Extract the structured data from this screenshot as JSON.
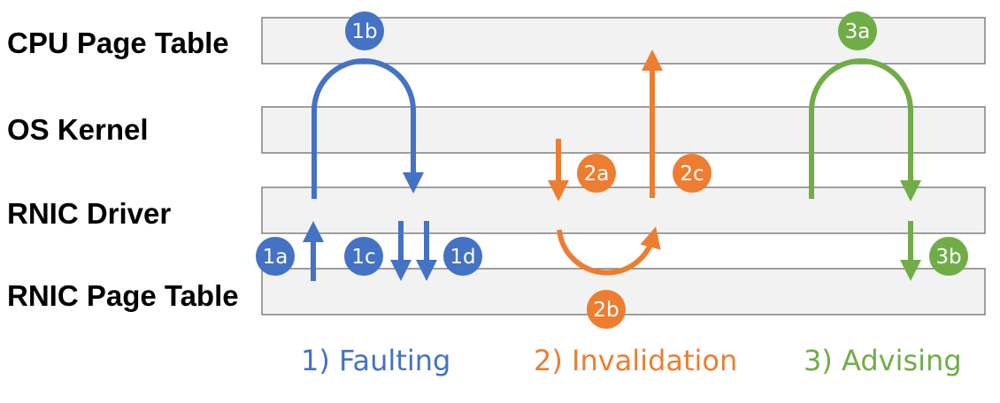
{
  "layers": [
    {
      "label": "CPU Page Table"
    },
    {
      "label": "OS Kernel"
    },
    {
      "label": "RNIC Driver"
    },
    {
      "label": "RNIC Page Table"
    }
  ],
  "colors": {
    "faulting": "#4472C4",
    "invalidation": "#ED7D31",
    "advising": "#70AD47",
    "band_fill": "#F2F2F2",
    "band_stroke": "#808080"
  },
  "groups": {
    "faulting": "1) Faulting",
    "invalidation": "2) Invalidation",
    "advising": "3) Advising"
  },
  "badges": {
    "b1a": "1a",
    "b1b": "1b",
    "b1c": "1c",
    "b1d": "1d",
    "b2a": "2a",
    "b2b": "2b",
    "b2c": "2c",
    "b3a": "3a",
    "b3b": "3b"
  }
}
